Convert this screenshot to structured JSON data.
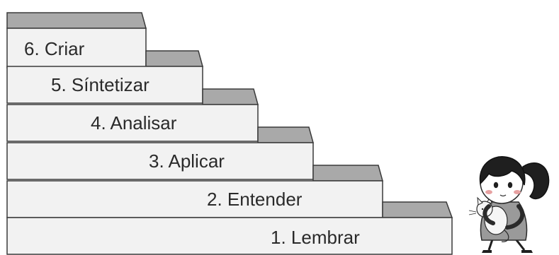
{
  "diagram": {
    "steps": [
      {
        "label": "1. Lembrar"
      },
      {
        "label": "2. Entender"
      },
      {
        "label": "3. Aplicar"
      },
      {
        "label": "4. Analisar"
      },
      {
        "label": "5. Síntetizar"
      },
      {
        "label": "6. Criar"
      }
    ]
  },
  "colors": {
    "step_face": "#f2f2f2",
    "step_top": "#a9a9a9",
    "step_outline": "#3a3a3a",
    "girl_hair": "#1f1f1f",
    "girl_dress": "#9a9a9a",
    "cat": "#f5f5f5",
    "cheek": "#e7a1a1"
  },
  "illustration": {
    "character": "girl-holding-cat"
  }
}
